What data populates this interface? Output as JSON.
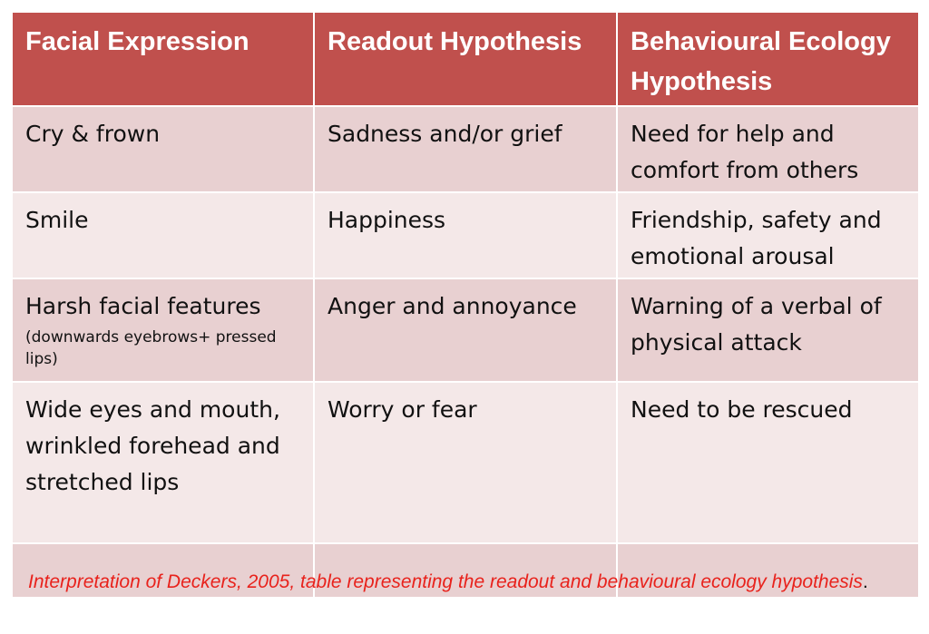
{
  "table": {
    "headers": [
      "Facial Expression",
      "Readout Hypothesis",
      "Behavioural Ecology Hypothesis"
    ],
    "rows": [
      {
        "expression": "Cry & frown",
        "expression_note": "",
        "readout": "Sadness and/or grief",
        "ecology": "Need for help and comfort from others"
      },
      {
        "expression": "Smile",
        "expression_note": "",
        "readout": "Happiness",
        "ecology": "Friendship, safety and emotional arousal"
      },
      {
        "expression": "Harsh facial features",
        "expression_note": "(downwards eyebrows+ pressed lips)",
        "readout": "Anger and annoyance",
        "ecology": "Warning of a verbal of physical attack"
      },
      {
        "expression": "Wide eyes and mouth, wrinkled forehead and stretched lips",
        "expression_note": "",
        "readout": "Worry or fear",
        "ecology": "Need to be rescued"
      },
      {
        "expression": "",
        "expression_note": "",
        "readout": "",
        "ecology": ""
      }
    ]
  },
  "caption": {
    "text": "Interpretation of Deckers, 2005, table representing the readout and behavioural ecology hypothesis",
    "end_mark": "."
  },
  "colors": {
    "header_bg": "#c0504d",
    "row_odd_bg": "#e8d0d1",
    "row_even_bg": "#f4e8e8",
    "caption": "#e8221c"
  }
}
